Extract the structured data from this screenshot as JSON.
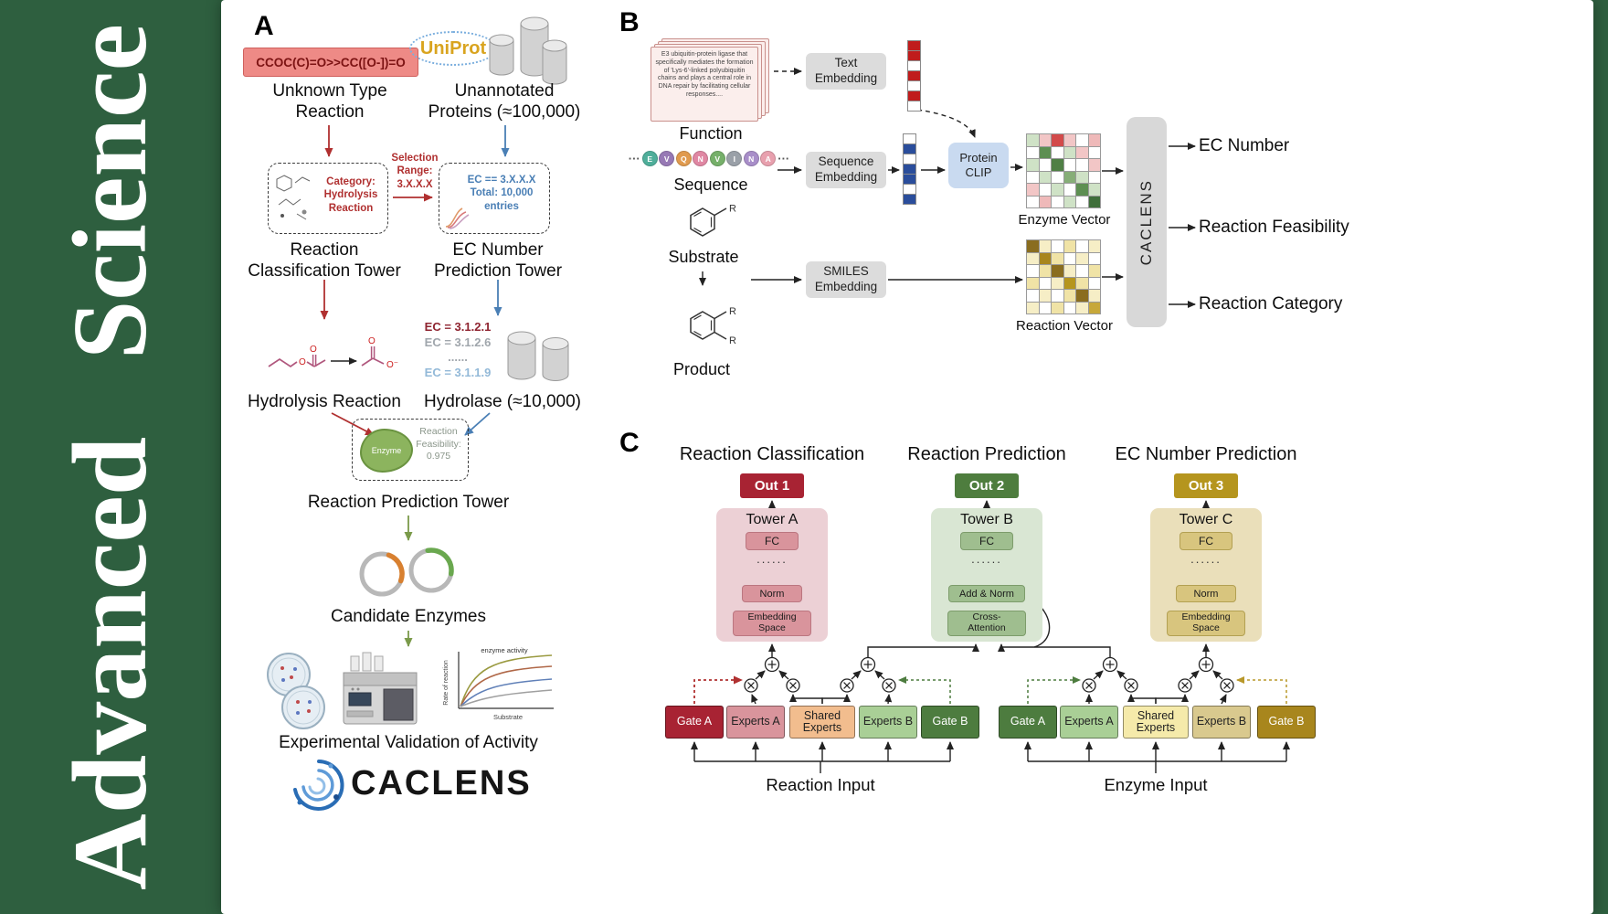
{
  "colors": {
    "brand_green": "#2e5f3f",
    "arrow_red": "#b03030",
    "arrow_blue": "#4a7fb5",
    "arrow_green": "#7a9a4a",
    "out1": "#a82333",
    "out2": "#4e7d3e",
    "out3": "#b5951e",
    "tower_a_bg": "#ecd0d5",
    "tower_b_bg": "#d9e6d3",
    "tower_c_bg": "#eadfba"
  },
  "journal": {
    "word1": "Advanced",
    "word2": "Science"
  },
  "panelA": {
    "label": "A",
    "smiles": "CCOC(C)=O>>CC([O-])=O",
    "unknown_reaction": "Unknown Type\nReaction",
    "uniprot": "UniProt",
    "unannotated": "Unannotated\nProteins (≈100,000)",
    "selection_range": "Selection\nRange:\n3.X.X.X",
    "category_note": "Category:\nHydrolysis\nReaction",
    "ec_note": "EC == 3.X.X.X\nTotal: 10,000\nentries",
    "classification_tower": "Reaction\nClassification Tower",
    "ec_tower": "EC Number\nPrediction Tower",
    "hydrolysis_label": "Hydrolysis Reaction",
    "ec_list": [
      {
        "text": "EC = 3.1.2.1",
        "color": "#8f2430"
      },
      {
        "text": "EC = 3.1.2.6",
        "color": "#a0a6ac"
      },
      {
        "text": "......",
        "color": "#a0a6ac"
      },
      {
        "text": "EC = 3.1.1.9",
        "color": "#93b9d8"
      }
    ],
    "hydrolase_label": "Hydrolase (≈10,000)",
    "enzyme_blob": "Enzyme",
    "feasibility": "Reaction\nFeasibility:\n0.975",
    "prediction_tower": "Reaction Prediction Tower",
    "candidates": "Candidate Enzymes",
    "validation": "Experimental Validation of Activity",
    "logo_text": "CACLENS",
    "activity_plot": {
      "title": "enzyme activity",
      "xlabel": "Substrate",
      "ylabel": "Rate of reaction"
    },
    "atoms": {
      "o": "O",
      "o_minus": "O⁻"
    }
  },
  "panelB": {
    "label": "B",
    "function_card": "E3 ubiquitin-protein ligase that specifically mediates the formation of 'Lys-6'-linked polyubiquitin chains and plays a central role in DNA repair by facilitating cellular responses....",
    "function_label": "Function",
    "ellipsis": "···",
    "residues": [
      {
        "letter": "E",
        "color": "#4fae9a"
      },
      {
        "letter": "V",
        "color": "#9779b5"
      },
      {
        "letter": "Q",
        "color": "#e09a4e"
      },
      {
        "letter": "N",
        "color": "#e087a3"
      },
      {
        "letter": "V",
        "color": "#76b06a"
      },
      {
        "letter": "I",
        "color": "#9aa0a8"
      },
      {
        "letter": "N",
        "color": "#a88ec9"
      },
      {
        "letter": "A",
        "color": "#e8a0ae"
      }
    ],
    "sequence_label": "Sequence",
    "substrate_label": "Substrate",
    "product_label": "Product",
    "r_label": "R",
    "text_embedding": "Text\nEmbedding",
    "sequence_embedding": "Sequence\nEmbedding",
    "smiles_embedding": "SMILES\nEmbedding",
    "protein_clip": "Protein\nCLIP",
    "enzyme_vector_label": "Enzyme Vector",
    "reaction_vector_label": "Reaction Vector",
    "caclens": "CACLENS",
    "outputs": [
      "EC Number",
      "Reaction Feasibility",
      "Reaction Category"
    ],
    "text_vector": [
      "#c01c1c",
      "#c01c1c",
      "#ffffff",
      "#c01c1c",
      "#ffffff",
      "#c01c1c",
      "#ffffff"
    ],
    "seq_vector": [
      "#ffffff",
      "#2a4d9b",
      "#ffffff",
      "#2a4d9b",
      "#2a4d9b",
      "#ffffff",
      "#2a4d9b"
    ],
    "enzyme_grid": [
      [
        "#cfe2c6",
        "#f2c6c6",
        "#d24a4a",
        "#f2c6c6",
        "#ffffff",
        "#efb9b9"
      ],
      [
        "#ffffff",
        "#5d8f52",
        "#ffffff",
        "#cfe2c6",
        "#f2c6c6",
        "#ffffff"
      ],
      [
        "#cfe2c6",
        "#ffffff",
        "#4f7f45",
        "#ffffff",
        "#ffffff",
        "#f2c6c6"
      ],
      [
        "#ffffff",
        "#cfe2c6",
        "#ffffff",
        "#86ae77",
        "#cfe2c6",
        "#ffffff"
      ],
      [
        "#f2c6c6",
        "#ffffff",
        "#cfe2c6",
        "#ffffff",
        "#5d8f52",
        "#cfe2c6"
      ],
      [
        "#ffffff",
        "#efb9b9",
        "#ffffff",
        "#cfe2c6",
        "#ffffff",
        "#3f6f3a"
      ]
    ],
    "reaction_grid": [
      [
        "#8a6d1f",
        "#f6eec6",
        "#ffffff",
        "#f0e3a6",
        "#ffffff",
        "#f6eec6"
      ],
      [
        "#f6eec6",
        "#a8861d",
        "#f0e3a6",
        "#ffffff",
        "#f6eec6",
        "#ffffff"
      ],
      [
        "#ffffff",
        "#f0e3a6",
        "#8a6d1f",
        "#f6eec6",
        "#ffffff",
        "#f0e3a6"
      ],
      [
        "#f0e3a6",
        "#ffffff",
        "#f6eec6",
        "#b5951e",
        "#f0e3a6",
        "#ffffff"
      ],
      [
        "#ffffff",
        "#f6eec6",
        "#ffffff",
        "#f0e3a6",
        "#8a6d1f",
        "#f6eec6"
      ],
      [
        "#f6eec6",
        "#ffffff",
        "#f0e3a6",
        "#ffffff",
        "#f6eec6",
        "#c7a83a"
      ]
    ]
  },
  "panelC": {
    "label": "C",
    "columns": [
      {
        "title": "Reaction Classification",
        "out": "Out 1",
        "out_color": "#a82333",
        "tower": "Tower A",
        "fc": "FC",
        "dots": "......",
        "mid": "Norm",
        "bottom": "Embedding\nSpace"
      },
      {
        "title": "Reaction Prediction",
        "out": "Out 2",
        "out_color": "#4e7d3e",
        "tower": "Tower B",
        "fc": "FC",
        "dots": "......",
        "mid": "Add & Norm",
        "bottom": "Cross-\nAttention"
      },
      {
        "title": "EC Number Prediction",
        "out": "Out 3",
        "out_color": "#b5951e",
        "tower": "Tower C",
        "fc": "FC",
        "dots": "......",
        "mid": "Norm",
        "bottom": "Embedding\nSpace"
      }
    ],
    "left_group": [
      {
        "label": "Gate A",
        "bg": "#a82333",
        "fg": "#ffffff"
      },
      {
        "label": "Experts A",
        "bg": "#d9949c",
        "fg": "#222222"
      },
      {
        "label": "Shared\nExperts",
        "bg": "#f2bd8e",
        "fg": "#222222"
      },
      {
        "label": "Experts B",
        "bg": "#a9cf96",
        "fg": "#222222"
      },
      {
        "label": "Gate B",
        "bg": "#4d7c3f",
        "fg": "#ffffff"
      }
    ],
    "right_group": [
      {
        "label": "Gate A",
        "bg": "#4d7c3f",
        "fg": "#ffffff"
      },
      {
        "label": "Experts A",
        "bg": "#a9cf96",
        "fg": "#222222"
      },
      {
        "label": "Shared\nExperts",
        "bg": "#f5eaaa",
        "fg": "#222222"
      },
      {
        "label": "Experts B",
        "bg": "#d9c98e",
        "fg": "#222222"
      },
      {
        "label": "Gate B",
        "bg": "#a8861d",
        "fg": "#ffffff"
      }
    ],
    "reaction_input": "Reaction Input",
    "enzyme_input": "Enzyme Input"
  }
}
